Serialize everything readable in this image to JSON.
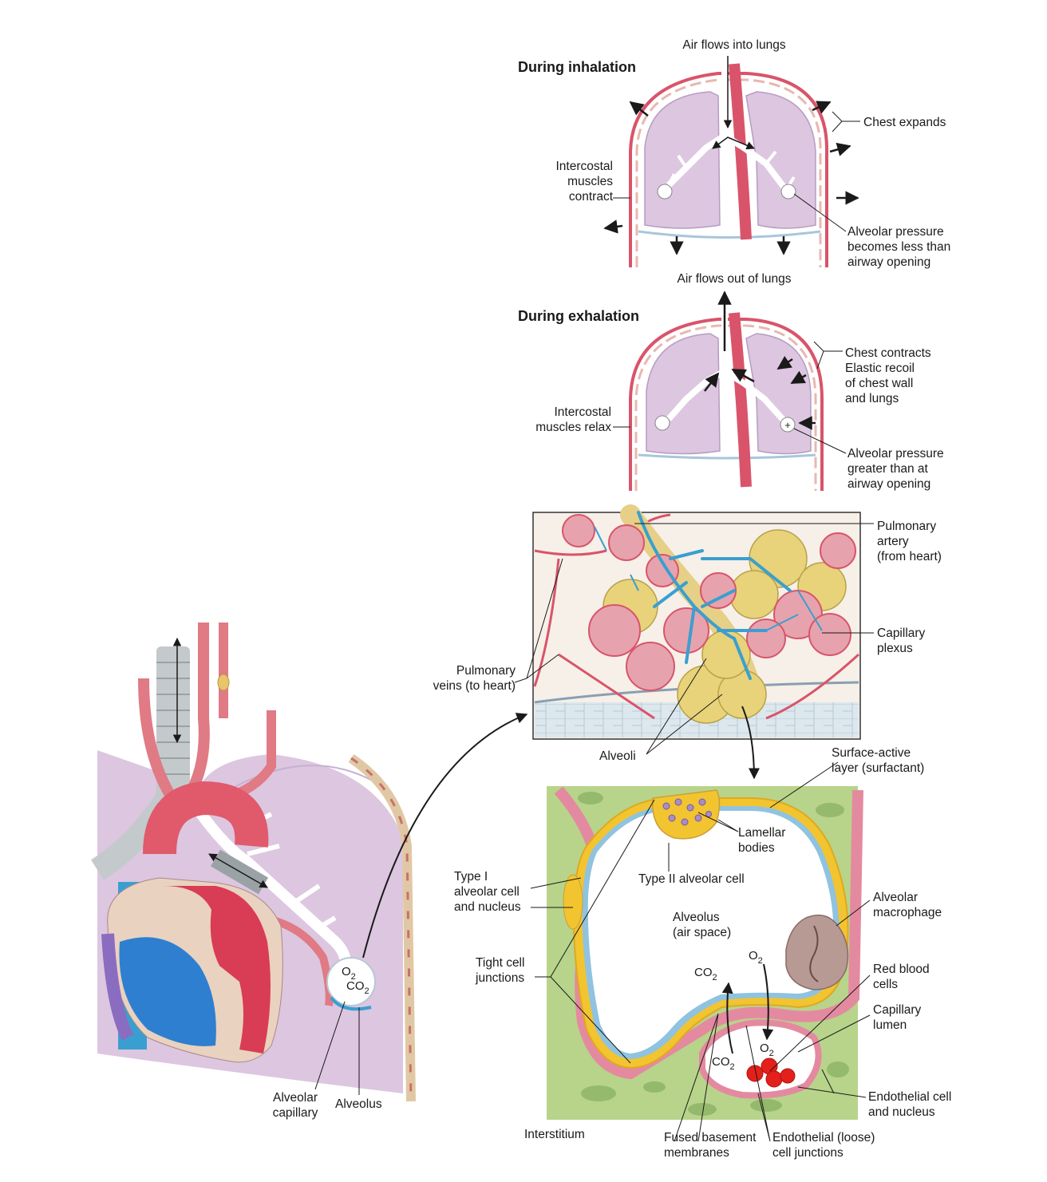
{
  "inhalation": {
    "title": "During inhalation",
    "air_in": "Air flows into lungs",
    "chest": "Chest expands",
    "muscles": [
      "Intercostal",
      "muscles",
      "contract"
    ],
    "pressure": [
      "Alveolar pressure",
      "becomes less than",
      "airway opening"
    ]
  },
  "exhalation": {
    "title": "During exhalation",
    "air_out": "Air flows out of lungs",
    "chest": [
      "Chest contracts",
      "Elastic recoil",
      "of chest wall",
      "and lungs"
    ],
    "muscles": [
      "Intercostal",
      "muscles relax"
    ],
    "pressure": [
      "Alveolar pressure",
      "greater than at",
      "airway opening"
    ]
  },
  "acinus": {
    "artery": [
      "Pulmonary",
      "artery",
      "(from heart)"
    ],
    "plexus": [
      "Capillary",
      "plexus"
    ],
    "veins": [
      "Pulmonary",
      "veins (to heart)"
    ],
    "alveoli": "Alveoli"
  },
  "alveolus_detail": {
    "surfactant": [
      "Surface-active",
      "layer (surfactant)"
    ],
    "lamellar": [
      "Lamellar",
      "bodies"
    ],
    "type2": "Type II alveolar cell",
    "type1": [
      "Type I",
      "alveolar cell",
      "and nucleus"
    ],
    "air_space": [
      "Alveolus",
      "(air space)"
    ],
    "macrophage": [
      "Alveolar",
      "macrophage"
    ],
    "rbc": [
      "Red blood",
      "cells"
    ],
    "lumen": [
      "Capillary",
      "lumen"
    ],
    "tight": [
      "Tight cell",
      "junctions"
    ],
    "endo_cell": [
      "Endothelial cell",
      "and nucleus"
    ],
    "interstitium": "Interstitium",
    "fused": [
      "Fused basement",
      "membranes"
    ],
    "endo_junctions": [
      "Endothelial (loose)",
      "cell junctions"
    ],
    "gas_co2": "CO",
    "gas_o2": "O",
    "gas_sub": "2"
  },
  "heart_view": {
    "capillary": [
      "Alveolar",
      "capillary"
    ],
    "alveolus": "Alveolus",
    "o2": "O",
    "co2": "CO",
    "sub": "2"
  },
  "colors": {
    "lung": "#dcc6e0",
    "artery_red": "#d9546a",
    "vein_blue": "#3a9fd0",
    "capillary_blue": "#2e8fc0",
    "alveolus_yellow": "#e8d27a",
    "interstitium_green": "#b7d48a",
    "membrane_yellow": "#f2c430",
    "membrane_blue": "#8fc3e0",
    "endothelium_pink": "#e48aa0",
    "rbc_red": "#e3201b",
    "macrophage": "#b79a94"
  }
}
